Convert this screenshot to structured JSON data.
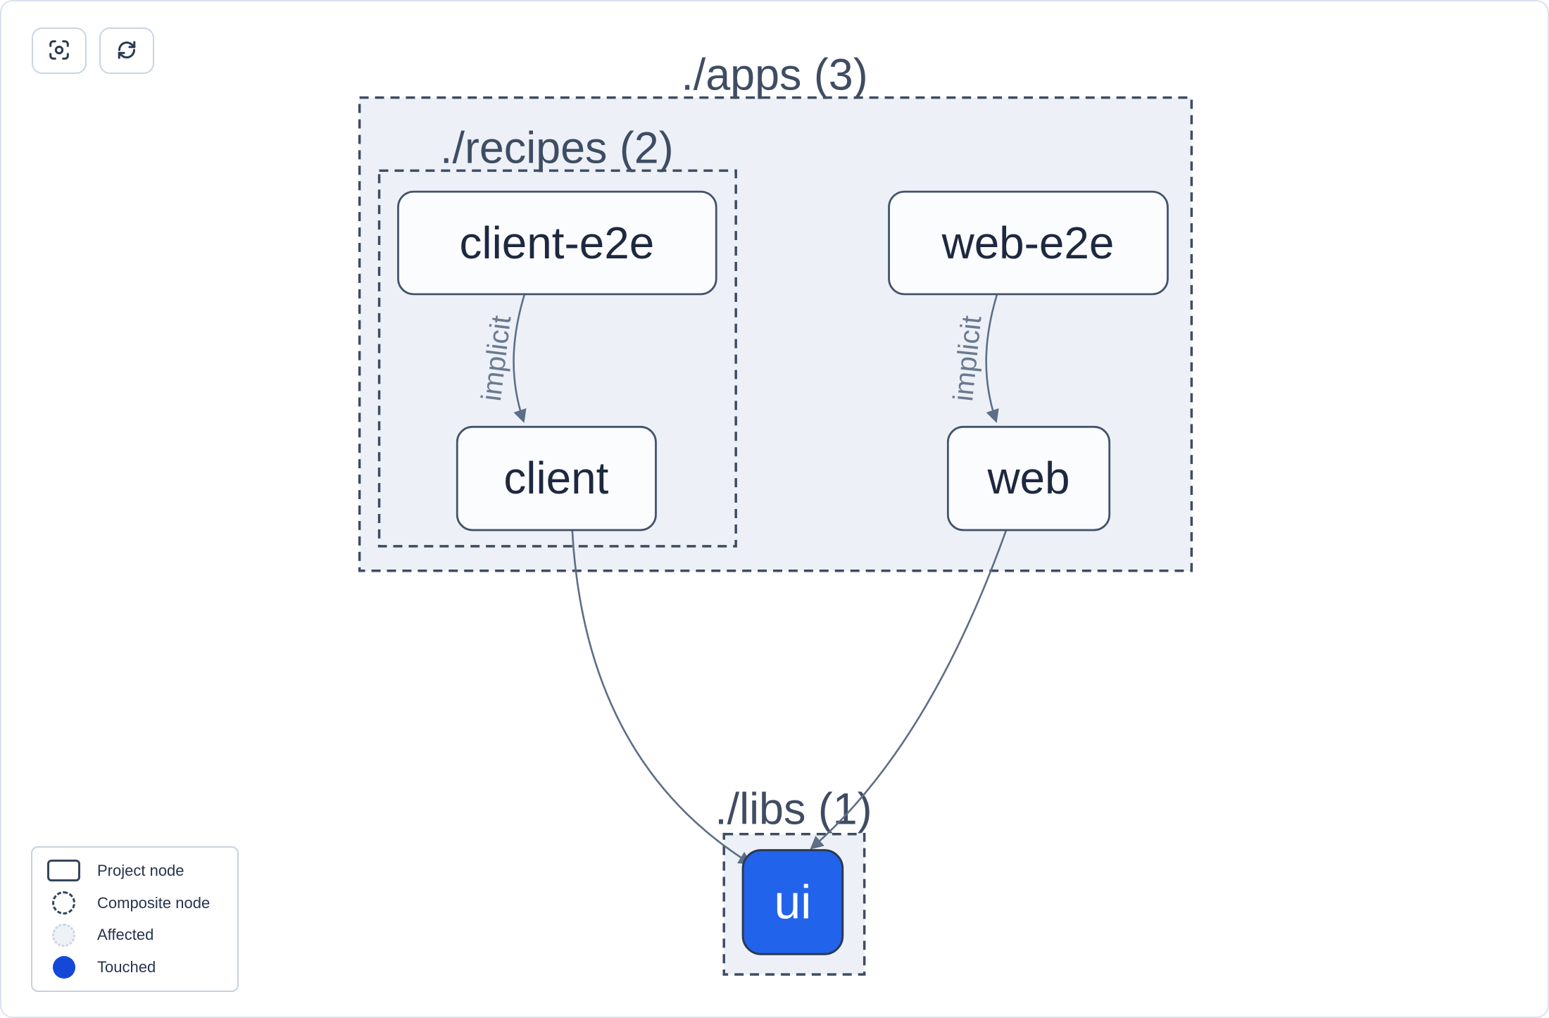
{
  "toolbar": {
    "buttons": [
      {
        "icon": "focus-icon",
        "action": "focus"
      },
      {
        "icon": "refresh-icon",
        "action": "refresh"
      }
    ]
  },
  "graph": {
    "groups": [
      {
        "id": "apps",
        "label": "./apps (3)"
      },
      {
        "id": "recipes",
        "label": "./recipes (2)"
      },
      {
        "id": "libs",
        "label": "./libs (1)"
      }
    ],
    "nodes": [
      {
        "id": "client-e2e",
        "label": "client-e2e",
        "type": "project"
      },
      {
        "id": "web-e2e",
        "label": "web-e2e",
        "type": "project"
      },
      {
        "id": "client",
        "label": "client",
        "type": "project"
      },
      {
        "id": "web",
        "label": "web",
        "type": "project"
      },
      {
        "id": "ui",
        "label": "ui",
        "type": "project",
        "state": "touched"
      }
    ],
    "edges": [
      {
        "from": "client-e2e",
        "to": "client",
        "label": "implicit"
      },
      {
        "from": "web-e2e",
        "to": "web",
        "label": "implicit"
      },
      {
        "from": "client",
        "to": "ui"
      },
      {
        "from": "web",
        "to": "ui"
      }
    ]
  },
  "legend": {
    "items": [
      {
        "swatch": "project-node",
        "label": "Project node"
      },
      {
        "swatch": "composite-node",
        "label": "Composite node"
      },
      {
        "swatch": "affected",
        "label": "Affected"
      },
      {
        "swatch": "touched",
        "label": "Touched"
      }
    ]
  },
  "colors": {
    "touched_node_fill": "#2263eb",
    "legend_touched": "#1348d8",
    "composite_fill": "#edf1f7",
    "dashed_border": "#3e4c62",
    "node_border": "#44536b",
    "edge": "#5d6e86"
  }
}
